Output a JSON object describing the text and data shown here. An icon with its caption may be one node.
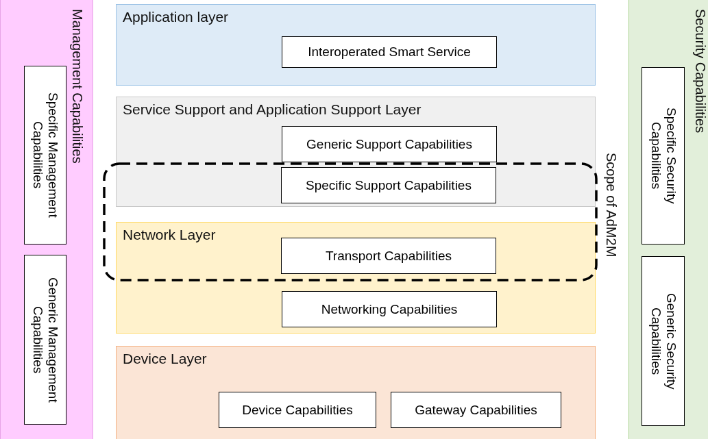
{
  "diagram": {
    "nodes": [
      {
        "text": [
          "Management Capabilities"
        ]
      },
      {
        "text": [
          "Specific Management Capabilities"
        ],
        "in": 0
      },
      {
        "text": [
          "Generic Management Capabilities"
        ],
        "in": 0
      },
      {
        "text": [
          "Application layer"
        ]
      },
      {
        "text": [
          "Interoperated Smart Service"
        ],
        "in": 3
      },
      {
        "text": [
          "Service Support and Application Support Layer"
        ]
      },
      {
        "text": [
          "Generic Support Capabilities"
        ],
        "in": 5
      },
      {
        "text": [
          "Specific Support Capabilities"
        ]
      },
      {
        "text": [
          "Network Layer"
        ]
      },
      {
        "text": [
          "Transport Capabilities"
        ]
      },
      {
        "text": [
          "Networking Capabilities"
        ],
        "in": 8
      },
      {
        "text": [
          "Device Layer"
        ]
      },
      {
        "text": [
          "Device Capabilities"
        ],
        "in": 11
      },
      {
        "text": [
          "Gateway Capabilities"
        ],
        "in": 11
      },
      {
        "text": [
          "Scope of AdM2M"
        ]
      },
      {
        "text": [
          "Security Capabilities"
        ]
      },
      {
        "text": [
          "Specific Security Capabilities"
        ],
        "in": 15
      },
      {
        "text": [
          "Generic Security Capabilities"
        ],
        "in": 15
      }
    ]
  }
}
